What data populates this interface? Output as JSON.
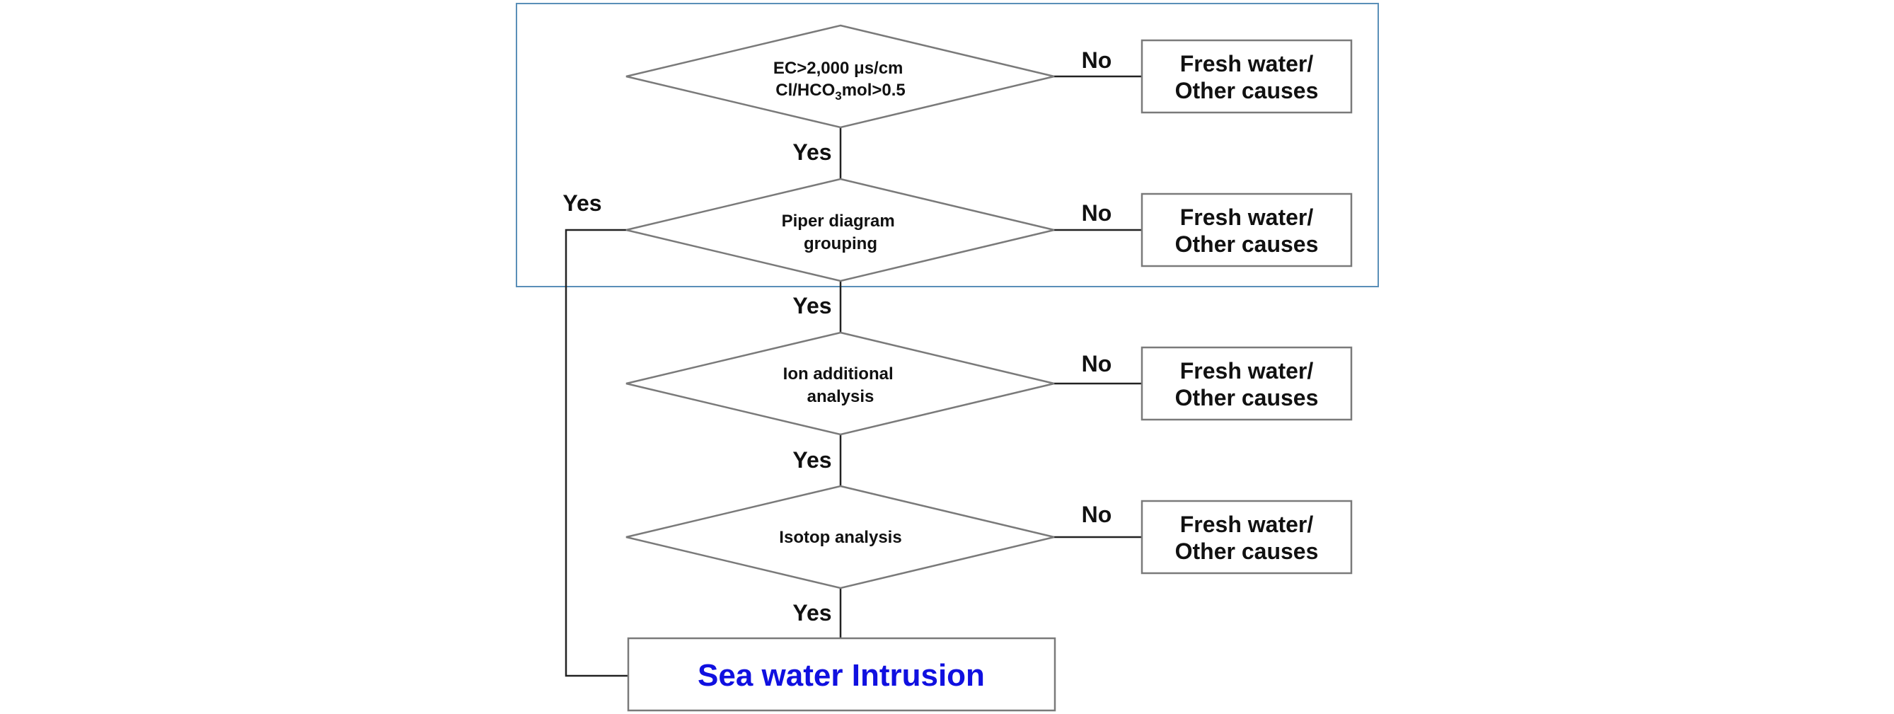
{
  "decisions": [
    {
      "line1": "EC>2,000 μs/cm",
      "line2_prefix": "Cl/HCO",
      "line2_sub": "3",
      "line2_suffix": "mol>0.5"
    },
    {
      "line1": "Piper diagram",
      "line2": "grouping"
    },
    {
      "line1": "Ion additional",
      "line2": "analysis"
    },
    {
      "line1": "Isotop analysis"
    }
  ],
  "no_label": "No",
  "yes_label": "Yes",
  "result_box": {
    "line1": "Fresh water/",
    "line2": "Other causes"
  },
  "outcome": "Sea water Intrusion",
  "colors": {
    "outcome_text": "#1010e0",
    "frame": "#5a8fb8",
    "shape_stroke": "#7a7a7a"
  }
}
